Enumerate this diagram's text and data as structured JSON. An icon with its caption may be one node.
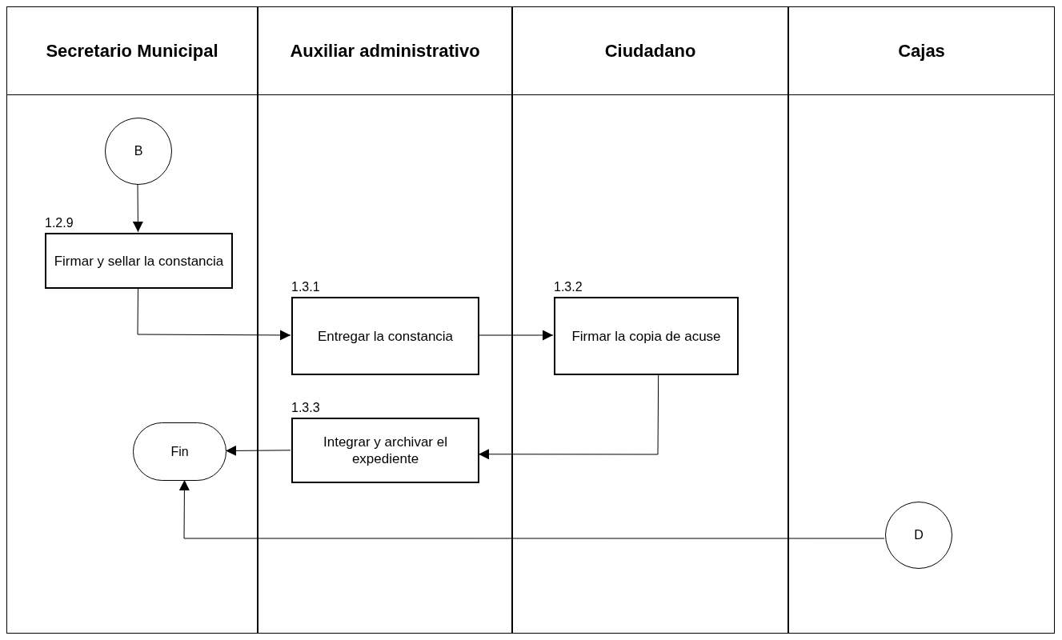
{
  "diagram": {
    "nodes": [
      {
        "text": [
          "Secretario Municipal"
        ]
      },
      {
        "text": [
          "Auxiliar administrativo"
        ]
      },
      {
        "text": [
          "Ciudadano"
        ]
      },
      {
        "text": [
          "Cajas"
        ]
      },
      {
        "text": [
          "B"
        ],
        "in": 0
      },
      {
        "text": [
          "Firmar y sellar la constancia"
        ],
        "in": 0,
        "beside": [
          "1.2.9"
        ]
      },
      {
        "text": [
          "Entregar la constancia"
        ],
        "in": 1,
        "beside": [
          "1.3.1"
        ]
      },
      {
        "text": [
          "Firmar la copia de acuse"
        ],
        "in": 2,
        "beside": [
          "1.3.2"
        ]
      },
      {
        "text": [
          "Fin"
        ],
        "in": 0
      },
      {
        "text": [
          "Integrar y archivar el expediente"
        ],
        "in": 1,
        "beside": [
          "1.3.3"
        ]
      },
      {
        "text": [
          "D"
        ],
        "in": 3
      }
    ],
    "edges": [
      {
        "from": 4,
        "to": 5,
        "arrow": "to"
      },
      {
        "from": 5,
        "to": 6,
        "arrow": "to"
      },
      {
        "from": 6,
        "to": 7,
        "arrow": "to"
      },
      {
        "from": 7,
        "to": 9,
        "arrow": "to"
      },
      {
        "from": 9,
        "to": 8,
        "arrow": "to"
      },
      {
        "from": 10,
        "to": 8,
        "arrow": "to"
      }
    ]
  }
}
